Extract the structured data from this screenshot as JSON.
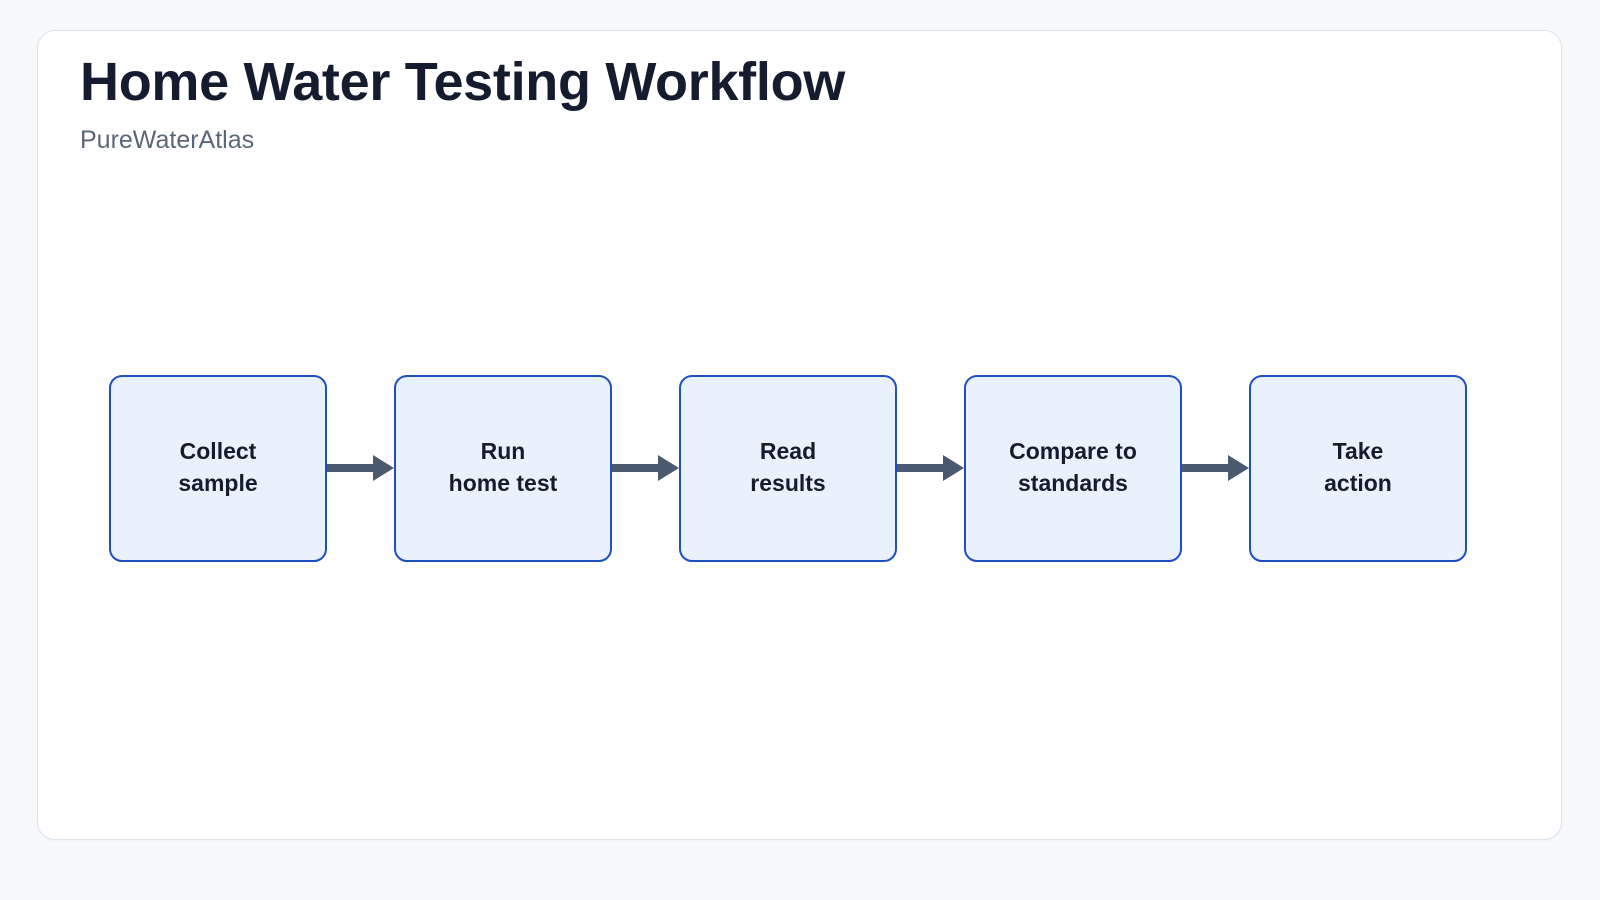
{
  "page": {
    "background_color": "#f7f9fb",
    "card_background_color": "#ffffff",
    "card_border_color": "#dde5ed"
  },
  "header": {
    "title": "Home Water Testing Workflow",
    "subtitle": "PureWaterAtlas",
    "title_color": "#151c30",
    "subtitle_color": "#5c6679"
  },
  "flow": {
    "direction": "left-to-right",
    "node_fill_color": "#e9f1fd",
    "node_border_color": "#1e50c0",
    "node_text_color": "#141c2e",
    "arrow_color": "#4b5a70",
    "nodes": [
      {
        "id": "collect-sample",
        "label": "Collect\nsample"
      },
      {
        "id": "run-home-test",
        "label": "Run\nhome test"
      },
      {
        "id": "read-results",
        "label": "Read\nresults"
      },
      {
        "id": "compare-to-standards",
        "label": "Compare to\nstandards"
      },
      {
        "id": "take-action",
        "label": "Take\naction"
      }
    ],
    "connectors": [
      {
        "from": "collect-sample",
        "to": "run-home-test",
        "icon": "arrow-right-icon"
      },
      {
        "from": "run-home-test",
        "to": "read-results",
        "icon": "arrow-right-icon"
      },
      {
        "from": "read-results",
        "to": "compare-to-standards",
        "icon": "arrow-right-icon"
      },
      {
        "from": "compare-to-standards",
        "to": "take-action",
        "icon": "arrow-right-icon"
      }
    ]
  }
}
